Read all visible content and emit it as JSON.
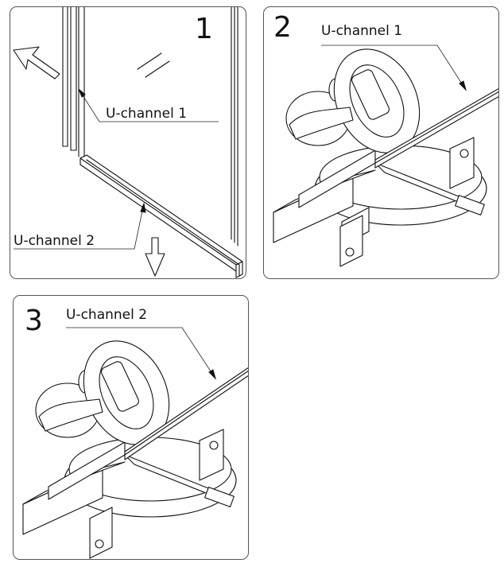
{
  "panels": [
    {
      "step": "1",
      "labels": [
        "U-channel 1",
        "U-channel 2"
      ]
    },
    {
      "step": "2",
      "labels": [
        "U-channel 1"
      ]
    },
    {
      "step": "3",
      "labels": [
        "U-channel 2"
      ]
    }
  ],
  "icons": [
    "glass-panel-icon",
    "u-channel-icon",
    "direction-arrow-icon",
    "miter-saw-icon"
  ],
  "colors": {
    "line": "#111111",
    "border": "#555555",
    "background": "#ffffff"
  }
}
